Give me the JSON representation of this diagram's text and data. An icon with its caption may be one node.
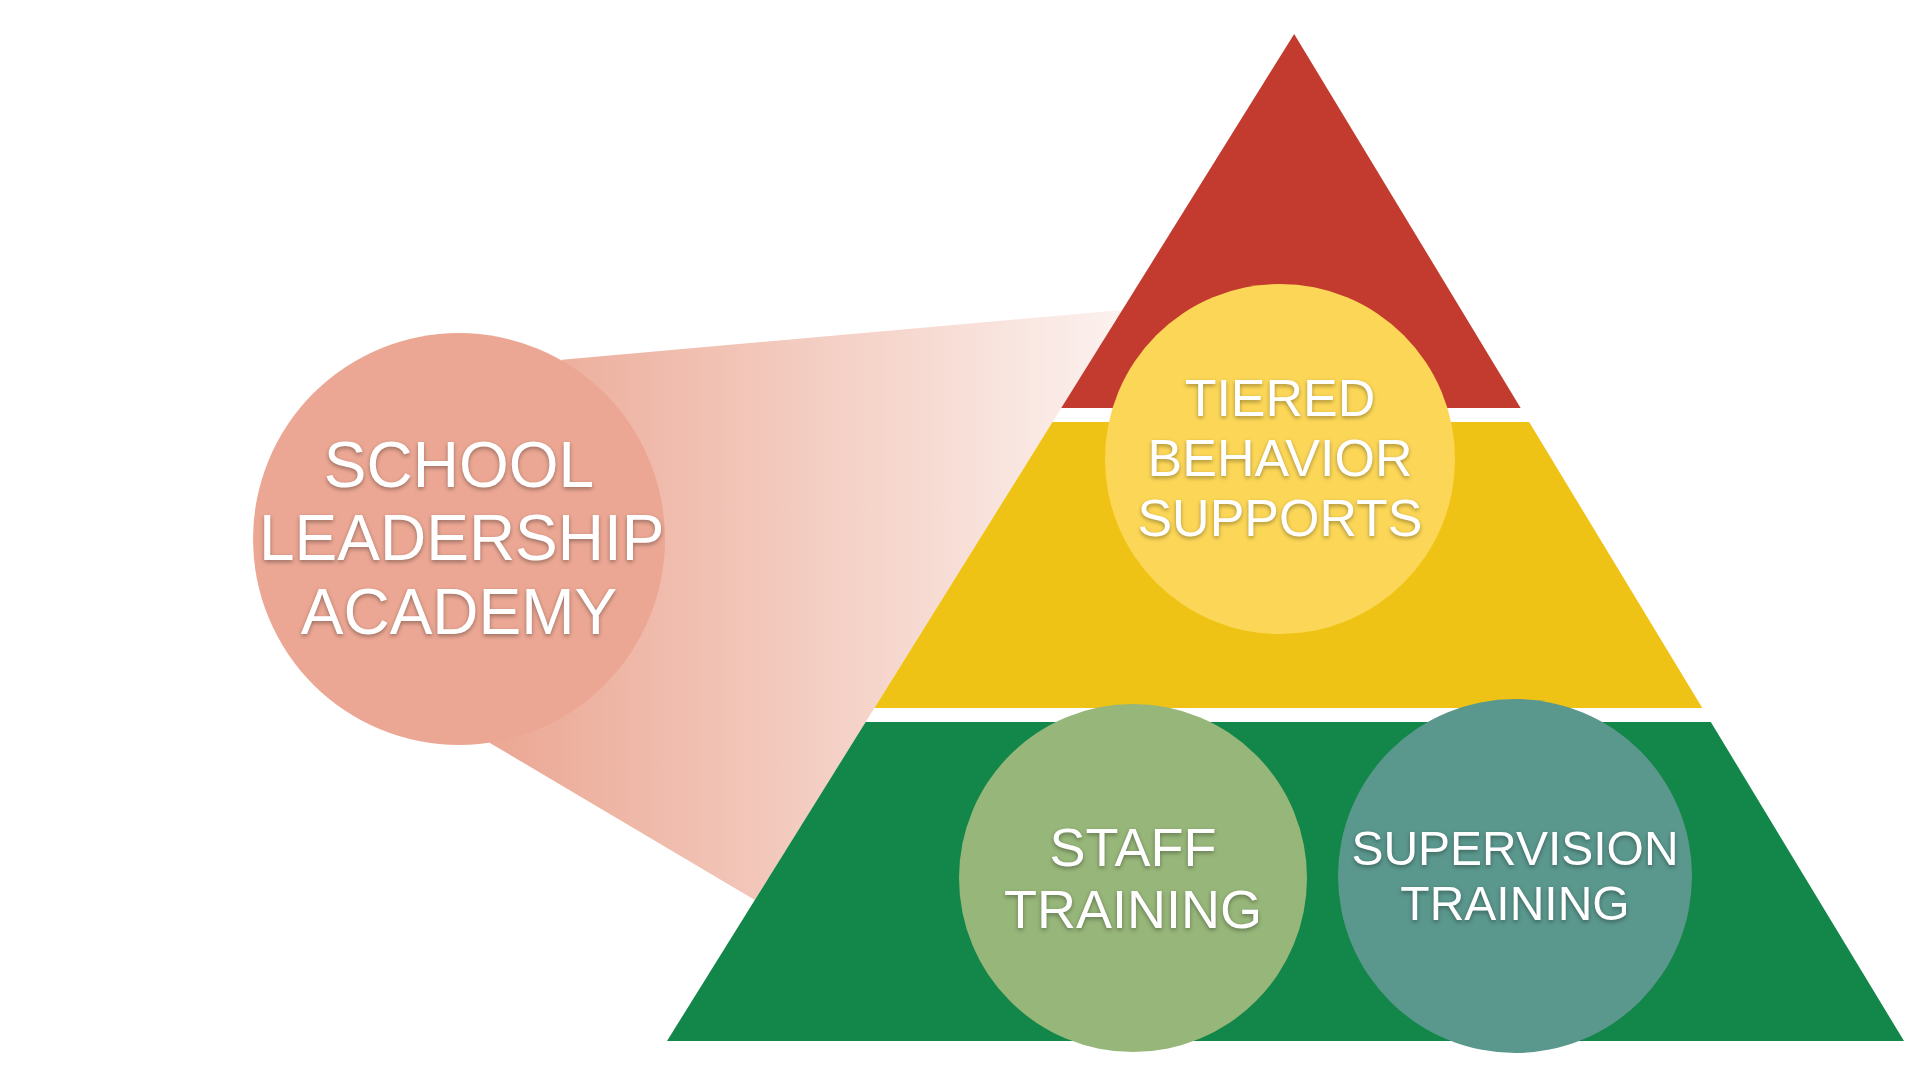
{
  "diagram": {
    "nodes": [
      {
        "text": [
          "SCHOOL LEADERSHIP ACADEMY"
        ]
      },
      {
        "text": [],
        "shape": "triangle"
      },
      {
        "text": [
          "TIERED BEHAVIOR SUPPORTS"
        ],
        "in": 1
      },
      {
        "text": [
          "STAFF TRAINING"
        ],
        "in": 1
      },
      {
        "text": [
          "SUPERVISION TRAINING"
        ],
        "in": 1
      }
    ],
    "edges": [
      {
        "from": 0,
        "to": 1,
        "arrow": "none"
      }
    ]
  }
}
